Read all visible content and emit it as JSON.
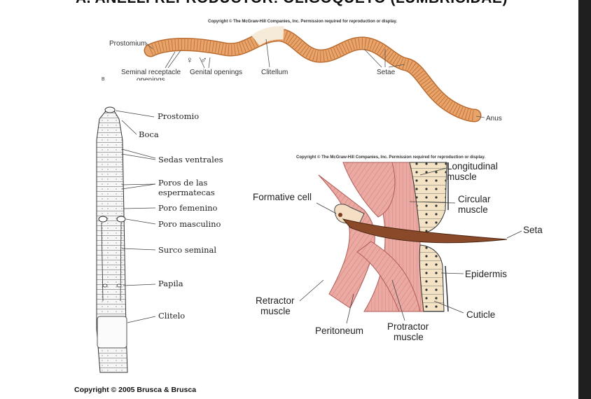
{
  "page": {
    "title": "A. ANELLI REPRODUCTOR: OLIGOQUETO (LUMBRICIDAE)",
    "copyright_top": "Copyright © The McGraw-Hill Companies, Inc. Permission required for reproduction or display.",
    "copyright_right": "Copyright © The McGraw-Hill Companies, Inc. Permission required for reproduction or display.",
    "copyright_bottom": "Copyright © 2005 Brusca & Brusca",
    "panel_letter_b": "B"
  },
  "worm_external": {
    "labels": {
      "prostomium": "Prostomium",
      "seminal_receptacle": "Seminal receptacle",
      "seminal_receptacle_2": "openings",
      "genital_openings": "Genital openings",
      "clitellum": "Clitellum",
      "setae": "Setae",
      "anus": "Anus"
    },
    "symbols": {
      "female": "♀",
      "male": "♂"
    }
  },
  "worm_ventral": {
    "labels": {
      "prostomio": "Prostomio",
      "boca": "Boca",
      "sedas": "Sedas ventrales",
      "poros_1": "Poros de las",
      "poros_2": "espermatecas",
      "poro_femenino": "Poro femenino",
      "poro_masculino": "Poro masculino",
      "surco": "Surco seminal",
      "papila": "Papila",
      "clitelo": "Clitelo"
    }
  },
  "seta_section": {
    "labels": {
      "longitudinal_1": "Longitudinal",
      "longitudinal_2": "muscle",
      "circular_1": "Circular",
      "circular_2": "muscle",
      "formative": "Formative cell",
      "seta": "Seta",
      "epidermis": "Epidermis",
      "retractor_1": "Retractor",
      "retractor_2": "muscle",
      "cuticle": "Cuticle",
      "peritoneum": "Peritoneum",
      "protractor_1": "Protractor",
      "protractor_2": "muscle"
    }
  },
  "colors": {
    "worm_body": "#e8a46a",
    "worm_ring": "#b96a2e",
    "clitellum": "#f6ead8",
    "muscle": "#eaa9a2",
    "muscle_line": "#c86c66",
    "seta": "#8a4a2a",
    "epidermis": "#f3e3c4"
  }
}
